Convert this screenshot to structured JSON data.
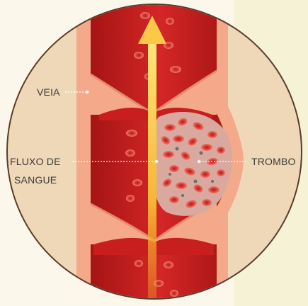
{
  "labels": {
    "vein": "VEIA",
    "blood_flow_line1": "FLUXO DE",
    "blood_flow_line2": "SANGUE",
    "thrombus": "TROMBO"
  },
  "colors": {
    "background": "#fbf7ea",
    "circle_fill": "#efd8b8",
    "vein_wall": "#f3a98a",
    "vein_wall_edge": "#e48b6f",
    "blood": "#c81e1e",
    "blood_dark": "#9e1212",
    "red_cell": "#e9534a",
    "red_cell_center": "#a8201c",
    "arrow_start": "#f7b634",
    "arrow_end": "#fde57a",
    "leader_line": "#ffffff"
  },
  "icons": {
    "flow_arrow": "arrow-up-icon"
  }
}
